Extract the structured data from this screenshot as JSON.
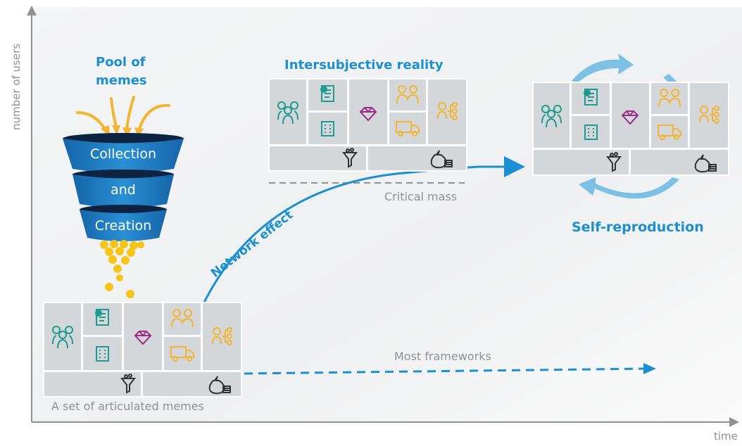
{
  "axes": {
    "y_label": "number of users",
    "x_label": "time"
  },
  "funnel": {
    "title_line1": "Pool of",
    "title_line2": "memes",
    "band1": "Collection",
    "band2": "and",
    "band3": "Creation"
  },
  "labels": {
    "intersubjective": "Intersubjective reality",
    "critical_mass": "Critical mass",
    "network_effect": "Network effect",
    "self_reproduction": "Self-reproduction",
    "most_frameworks": "Most frameworks",
    "articulated": "A set of articulated memes"
  },
  "icons": [
    "people-group-icon",
    "checklist-icon",
    "buildings-icon",
    "diamond-icon",
    "handshake-icon",
    "truck-icon",
    "org-chart-icon",
    "filter-icon",
    "money-bag-icon"
  ],
  "colors": {
    "blue": "#1b8fd2",
    "light_blue": "#7cc0e6",
    "teal": "#1f9a8e",
    "yellow": "#f2b431",
    "purple": "#9a2d86",
    "cell_gray": "#d3d7da",
    "coin": "#f6c518"
  }
}
